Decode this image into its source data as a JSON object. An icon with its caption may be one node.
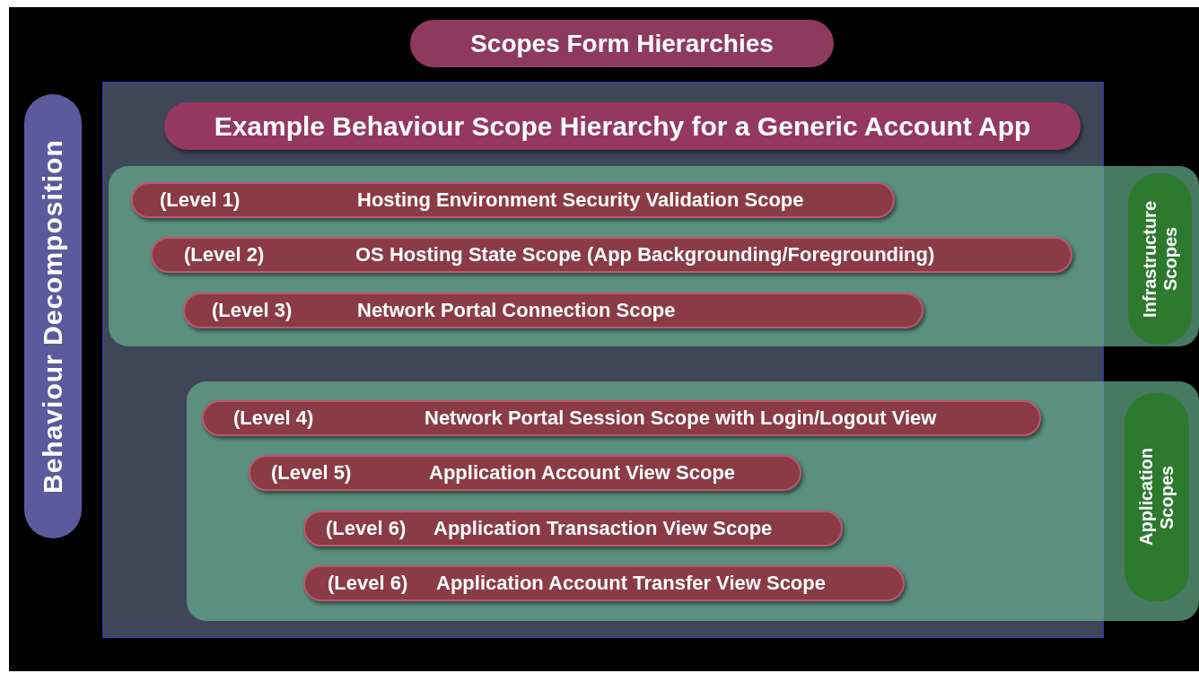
{
  "diagram": {
    "title": "Scopes Form Hierarchies",
    "nodes": [
      {
        "text": [
          "Behaviour Decomposition"
        ]
      },
      {
        "text": [],
        "shape": "box"
      },
      {
        "text": [
          "Example Behaviour Scope Hierarchy for a Generic Account App"
        ],
        "in": 1
      },
      {
        "text": [],
        "shape": "box"
      },
      {
        "text": [
          "(Level 1)",
          "Hosting Environment Security Validation Scope"
        ],
        "in": 3
      },
      {
        "text": [
          "(Level 2)",
          "OS Hosting State Scope (App Backgrounding/Foregrounding)"
        ],
        "in": 3
      },
      {
        "text": [
          "(Level 3)",
          "Network Portal Connection Scope"
        ],
        "in": 3
      },
      {
        "text": [
          "Infrastructure Scopes"
        ],
        "in": 3
      },
      {
        "text": [],
        "shape": "box"
      },
      {
        "text": [
          "(Level 4)",
          "Network Portal Session Scope with Login/Logout View"
        ],
        "in": 8
      },
      {
        "text": [
          "(Level 5)",
          "Application Account View Scope"
        ],
        "in": 8
      },
      {
        "text": [
          "(Level 6)",
          "Application Transaction View Scope"
        ],
        "in": 8
      },
      {
        "text": [
          "(Level 6)",
          "Application Account Transfer View Scope"
        ],
        "in": 8
      },
      {
        "text": [
          "Application Scopes"
        ],
        "in": 8
      }
    ],
    "edges": []
  }
}
